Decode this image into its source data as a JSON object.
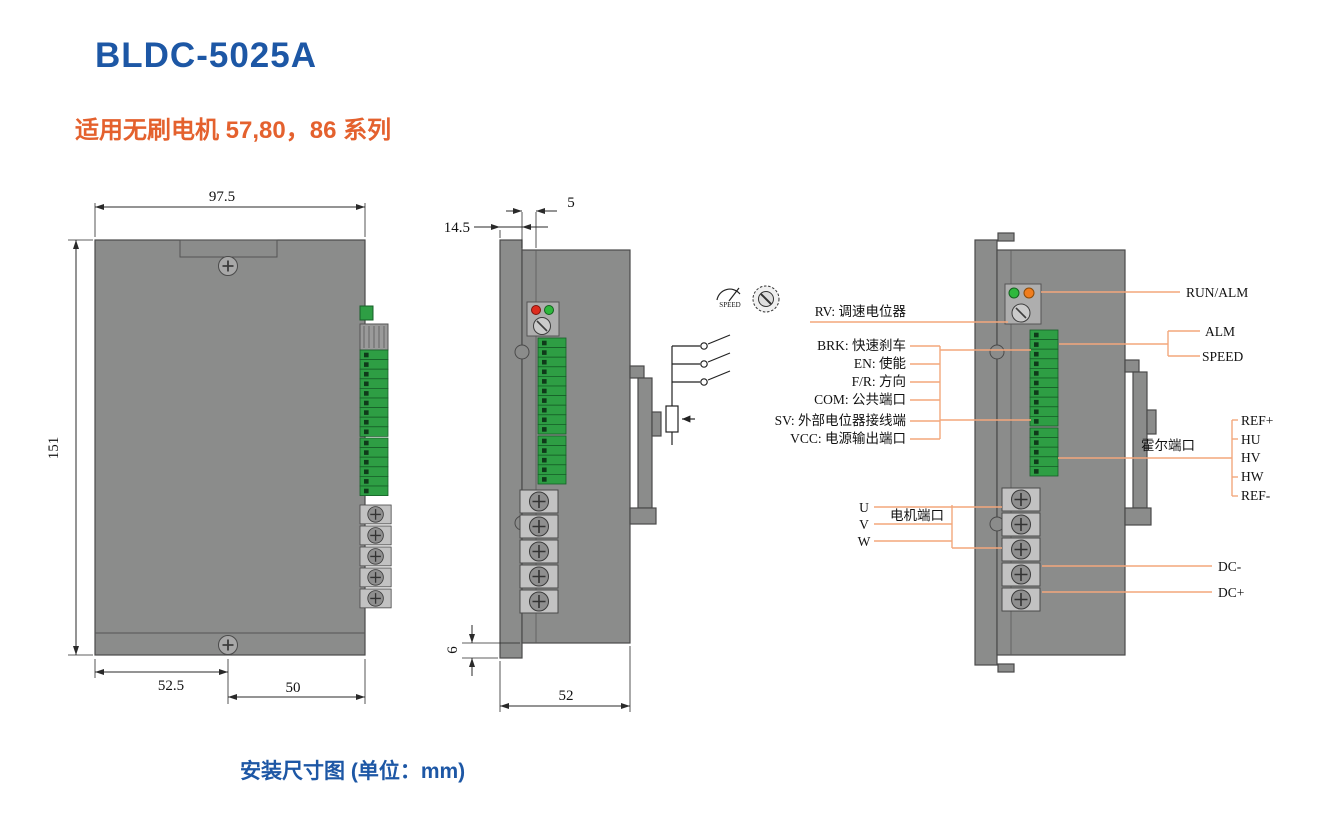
{
  "header": {
    "title": "BLDC-5025A",
    "subtitle": "适用无刷电机 57,80，86 系列"
  },
  "caption": "安装尺寸图 (单位：mm)",
  "front_view": {
    "dim_width": "97.5",
    "dim_height": "151",
    "dim_bottom_left": "52.5",
    "dim_bottom_right": "50"
  },
  "side_view": {
    "dim_flange": "14.5",
    "dim_step": "5",
    "dim_foot": "6",
    "dim_depth": "52"
  },
  "schematic": {
    "speed_label": "SPEED"
  },
  "callouts_left": {
    "rv": "RV: 调速电位器",
    "brk": "BRK: 快速刹车",
    "en": "EN: 使能",
    "fr": "F/R: 方向",
    "com": "COM: 公共端口",
    "sv": "SV: 外部电位器接线端",
    "vcc": "VCC: 电源输出端口",
    "motor_port": "电机端口",
    "u": "U",
    "v": "V",
    "w": "W"
  },
  "callouts_right": {
    "run_alm": "RUN/ALM",
    "alm": "ALM",
    "speed": "SPEED",
    "hall_port": "霍尔端口",
    "ref_plus": "REF+",
    "hu": "HU",
    "hv": "HV",
    "hw": "HW",
    "ref_minus": "REF-",
    "dc_minus": "DC-",
    "dc_plus": "DC+"
  },
  "colors": {
    "title_blue": "#1d57a5",
    "accent_orange": "#e4612e",
    "callout_line": "#f3a77c",
    "terminal_green": "#2e9e44",
    "body_gray": "#8b8c8b"
  }
}
